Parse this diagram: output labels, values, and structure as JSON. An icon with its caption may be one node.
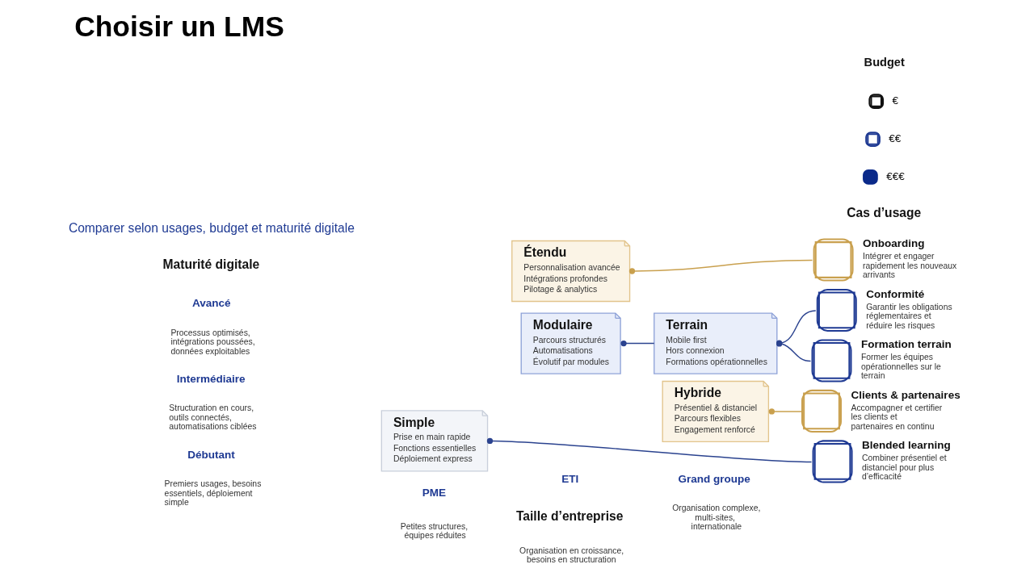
{
  "diagram": {
    "title": "Choisir un LMS",
    "nodes": [
      {
        "text": [
          "Étendu",
          "Personnalisation avancée",
          "Intégrations profondes",
          "Pilotage & analytics"
        ]
      },
      {
        "text": [
          "Modulaire",
          "Parcours structurés",
          "Automatisations",
          "Évolutif par modules"
        ]
      },
      {
        "text": [
          "Terrain",
          "Mobile first",
          "Hors connexion",
          "Formations opérationnelles"
        ]
      },
      {
        "text": [
          "Simple",
          "Prise en main rapide",
          "Fonctions essentielles",
          "Déploiement express"
        ]
      },
      {
        "text": [
          "Hybride",
          "Présentiel & distanciel",
          "Parcours flexibles",
          "Engagement renforcé"
        ]
      },
      {
        "text": [
          "Onboarding",
          "Intégrer et engager rapidement les nouveaux arrivants"
        ]
      },
      {
        "text": [
          "Conformité",
          "Garantir les obligations réglementaires et réduire les risques"
        ]
      },
      {
        "text": [
          "Formation terrain",
          "Former les équipes opérationnelles sur le terrain"
        ]
      },
      {
        "text": [
          "Clients & partenaires",
          "Accompagner et certifier les clients et partenaires en continu"
        ]
      },
      {
        "text": [
          "Blended learning",
          "Combiner présentiel et distanciel pour plus d’efficacité"
        ]
      }
    ],
    "edges": [
      {
        "from": 0,
        "to": 5,
        "arrow": "other",
        "color": "#c9a04e"
      },
      {
        "from": 1,
        "to": 2,
        "arrow": "other"
      },
      {
        "from": 2,
        "to": 6,
        "arrow": "other"
      },
      {
        "from": 2,
        "to": 7,
        "arrow": "other"
      },
      {
        "from": 4,
        "to": 8,
        "arrow": "other",
        "color": "#c9a04e"
      },
      {
        "from": 3,
        "to": 9,
        "arrow": "other"
      }
    ],
    "labels": [
      "Comparer selon usages, budget et maturité digitale",
      "Budget",
      "Maturité digitale",
      "Cas d’usage",
      "Avancé",
      "Processus optimisés, intégrations poussées, données exploitables",
      "Intermédiaire",
      "Structuration en cours, outils connectés, automatisations ciblées",
      "Débutant",
      "Premiers usages, besoins essentiels, déploiement simple",
      "PME",
      "Petites structures, équipes réduites",
      "ETI",
      "Organisation en croissance, besoins en structuration",
      "Grand groupe",
      "Organisation complexe, multi-sites, internationale",
      "Taille d’entreprise"
    ],
    "legend": [
      {
        "text": "€"
      },
      {
        "text": "€€"
      },
      {
        "text": "€€€"
      }
    ]
  }
}
